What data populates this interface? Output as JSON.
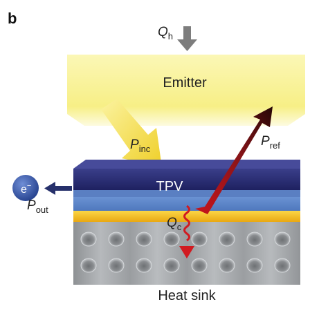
{
  "panel_label": "b",
  "heat_in": {
    "symbol": "Q",
    "subscript": "h"
  },
  "emitter": {
    "label": "Emitter"
  },
  "incident": {
    "symbol": "P",
    "subscript": "inc"
  },
  "reflected": {
    "symbol": "P",
    "subscript": "ref"
  },
  "tpv": {
    "label": "TPV"
  },
  "output": {
    "symbol": "P",
    "subscript": "out"
  },
  "electron": {
    "symbol": "e",
    "superscript": "−"
  },
  "heat_out": {
    "symbol": "Q",
    "subscript": "c"
  },
  "heat_sink": {
    "label": "Heat sink"
  },
  "colors": {
    "emitter": "#faf59c",
    "tpv_top": "#2a2d73",
    "tpv_mid": "#5d85c9",
    "gold": "#f5be1a",
    "sink": "#9ea1a4",
    "incident_arrow": "#f3dc4a",
    "reflected_arrow": "#b0161a",
    "electron": "#2f4ea0"
  }
}
